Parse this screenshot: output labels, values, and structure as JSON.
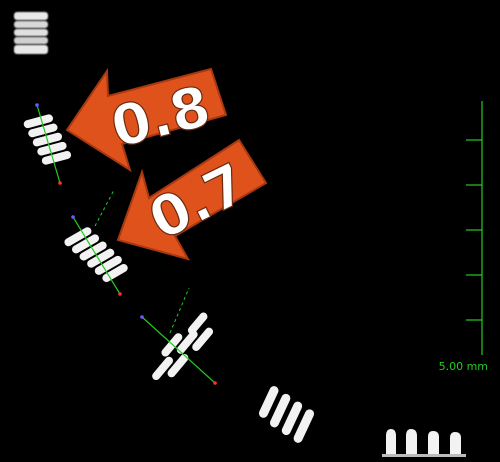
{
  "viewer": {
    "background": "#000000",
    "scale_bar": {
      "label": "5.00 mm",
      "color": "#22cc22",
      "ticks": 6
    },
    "annotations": [
      {
        "label": "0.8",
        "color": "#e0521c"
      },
      {
        "label": "0.7",
        "color": "#e0521c"
      }
    ],
    "implants": [
      {
        "name": "implant-top-left"
      },
      {
        "name": "implant-measured-1"
      },
      {
        "name": "implant-measured-2"
      },
      {
        "name": "implant-measured-3"
      },
      {
        "name": "implant-bottom-tilted"
      },
      {
        "name": "implant-bottom-right"
      }
    ],
    "measurement_colors": {
      "axis": "#22cc22",
      "start_point": "#6a5cff",
      "end_point": "#ff3030"
    }
  }
}
